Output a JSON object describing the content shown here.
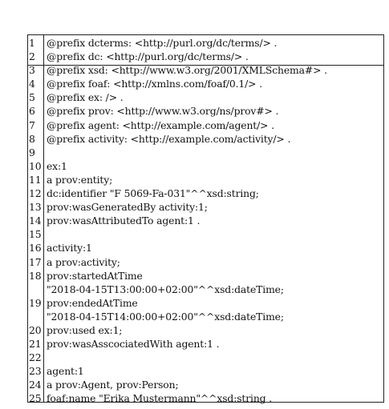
{
  "listing": {
    "lines": [
      {
        "n": "1",
        "lines": [
          "@prefix dcterms: <http://purl.org/dc/terms/> ."
        ]
      },
      {
        "n": "2",
        "lines": [
          "@prefix dc: <http://purl.org/dc/terms/> ."
        ]
      },
      {
        "n": "3",
        "lines": [
          "@prefix xsd: <http://www.w3.org/2001/XMLSchema#> ."
        ]
      },
      {
        "n": "4",
        "lines": [
          "@prefix foaf: <http://xmlns.com/foaf/0.1/> ."
        ]
      },
      {
        "n": "5",
        "lines": [
          "@prefix ex: /> ."
        ]
      },
      {
        "n": "6",
        "lines": [
          "@prefix prov: <http://www.w3.org/ns/prov#> ."
        ]
      },
      {
        "n": "7",
        "lines": [
          "@prefix agent: <http://example.com/agent/> ."
        ]
      },
      {
        "n": "8",
        "lines": [
          "@prefix activity: <http://example.com/activity/> ."
        ]
      },
      {
        "n": "9",
        "lines": [
          ""
        ]
      },
      {
        "n": "10",
        "lines": [
          "ex:1"
        ]
      },
      {
        "n": "11",
        "lines": [
          "a prov:entity;"
        ]
      },
      {
        "n": "12",
        "lines": [
          "dc:identifier \"F 5069-Fa-031\"^^xsd:string;"
        ]
      },
      {
        "n": "13",
        "lines": [
          "prov:wasGeneratedBy activity:1;"
        ]
      },
      {
        "n": "14",
        "lines": [
          "prov:wasAttributedTo agent:1 ."
        ]
      },
      {
        "n": "15",
        "lines": [
          ""
        ]
      },
      {
        "n": "16",
        "lines": [
          "activity:1"
        ]
      },
      {
        "n": "17",
        "lines": [
          "a prov:activity;"
        ]
      },
      {
        "n": "18",
        "lines": [
          "prov:startedAtTime",
          "\"2018-04-15T13:00:00+02:00\"^^xsd:dateTime;"
        ]
      },
      {
        "n": "19",
        "lines": [
          "prov:endedAtTime",
          "\"2018-04-15T14:00:00+02:00\"^^xsd:dateTime;"
        ]
      },
      {
        "n": "20",
        "lines": [
          "prov:used ex:1;"
        ]
      },
      {
        "n": "21",
        "lines": [
          "prov:wasAsscociatedWith agent:1 ."
        ]
      },
      {
        "n": "22",
        "lines": [
          ""
        ]
      },
      {
        "n": "23",
        "lines": [
          "agent:1"
        ]
      },
      {
        "n": "24",
        "lines": [
          "a prov:Agent, prov:Person;"
        ]
      },
      {
        "n": "25",
        "lines": [
          "foaf:name \"Erika Mustermann\"^^xsd:string ."
        ]
      }
    ]
  }
}
